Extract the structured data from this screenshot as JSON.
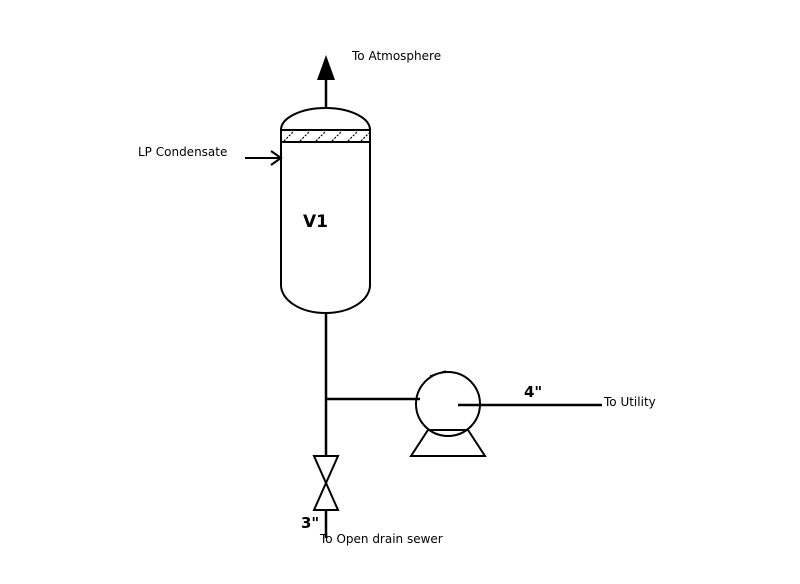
{
  "labels": {
    "to_atmosphere": "To Atmosphere",
    "lp_condensate": "LP Condensate",
    "vessel_tag": "V1",
    "pump_discharge_size": "4\"",
    "to_utility": "To Utility",
    "drain_size": "3\"",
    "to_open_drain": "To Open drain sewer"
  },
  "colors": {
    "line": "#000000",
    "background": "#ffffff"
  }
}
